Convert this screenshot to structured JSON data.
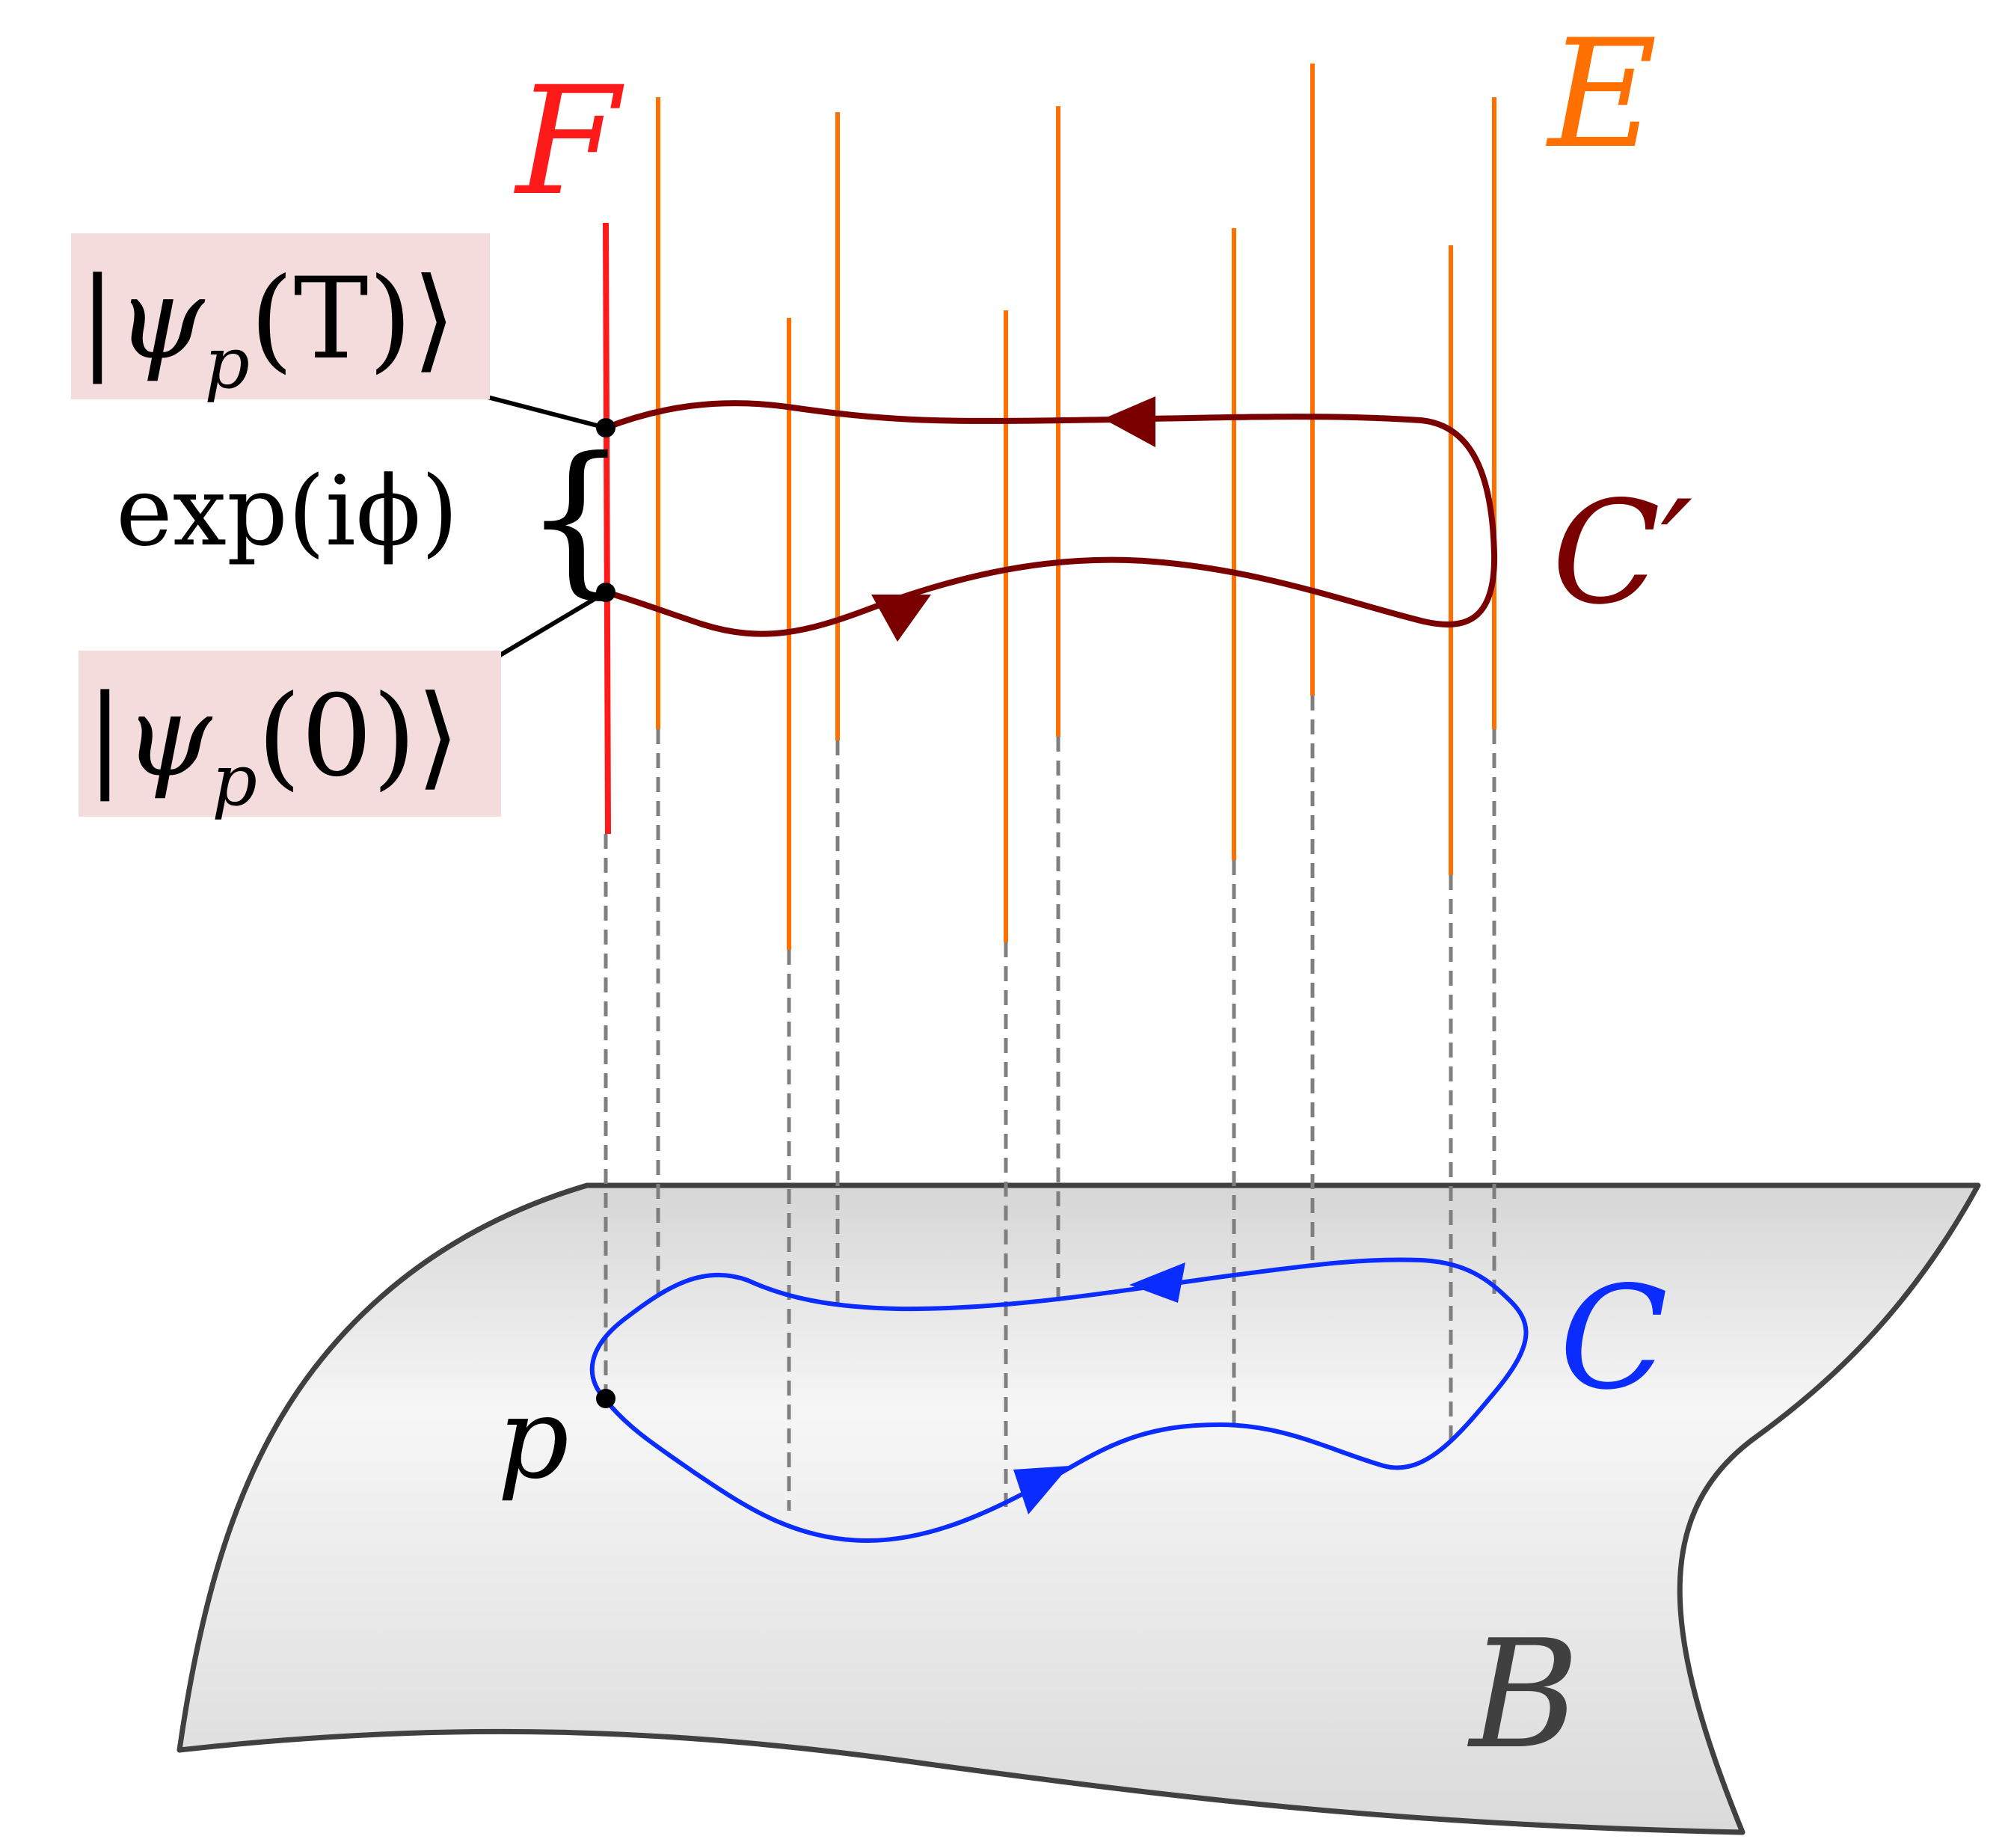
{
  "labels": {
    "fiber_label": "F",
    "bundle_label": "E",
    "lifted_curve_label": "C′",
    "curve_label": "C",
    "base_label": "B",
    "point_label": "p",
    "phase_label": "exp(iϕ)",
    "state_final": "|ψp(T)⟩",
    "state_initial": "|ψp(0)⟩"
  },
  "state_parts": {
    "psi": "ψ",
    "sub": "p",
    "final_arg": "(T)",
    "initial_arg": "(0)",
    "bar": "|",
    "ket": "⟩"
  },
  "brace": "{",
  "colors": {
    "fiber": "#ff1a1a",
    "fibers_bundle": "#ff7000",
    "lifted_curve": "#7a0000",
    "curve": "#0a2cff",
    "base_fill_top": "#f4f4f4",
    "base_fill_bottom": "#d9d9d9",
    "base_stroke": "#404040",
    "dash": "#7f7f7f",
    "state_box": "#f5dcdc"
  }
}
